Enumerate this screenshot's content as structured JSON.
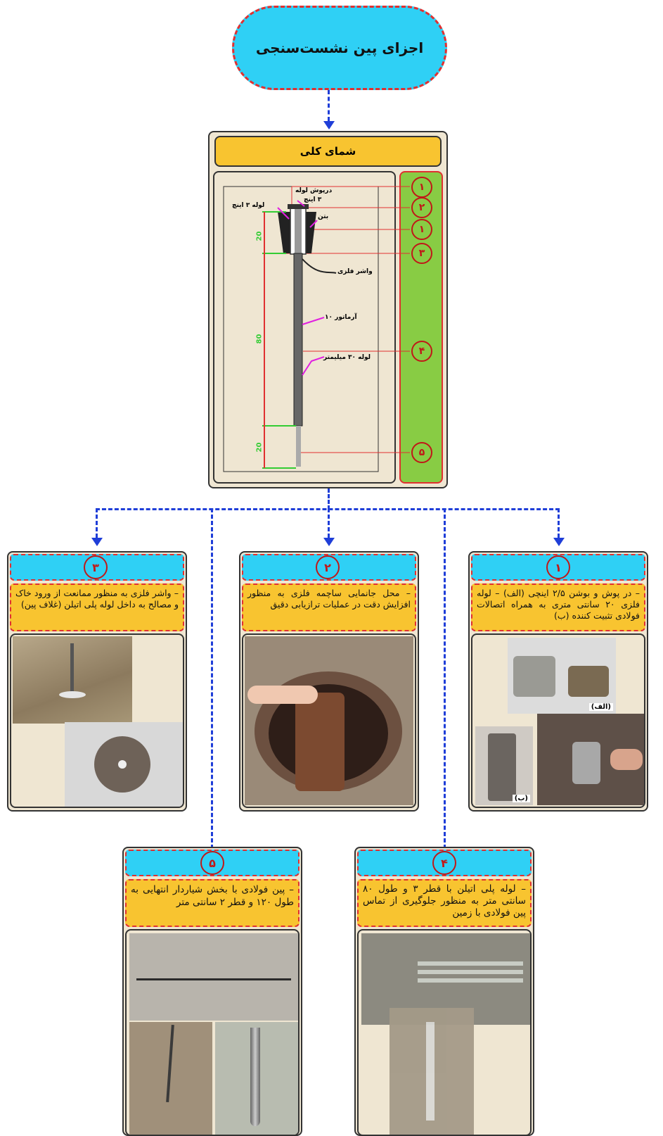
{
  "title": "اجزای پین نشست‌سنجی",
  "overview": {
    "header": "شمای کلی",
    "diagram_labels": {
      "cap_label": "درپوش لوله",
      "cap_size": "۳ اینچ",
      "pipe3_label": "لوله ۳ اینچ",
      "concrete_label": "بتن",
      "washer_label": "واشر فلزی",
      "rebar_label": "آرماتور ۱۰",
      "pipe30_label": "لوله ۳۰ میلیمتر",
      "dim_top": "20",
      "dim_mid": "80",
      "dim_bottom": "20"
    },
    "markers": [
      "۱",
      "۲",
      "۱",
      "۳",
      "۴",
      "۵"
    ]
  },
  "cards": [
    {
      "num": "۳",
      "text": "– واشر فلزی به منظور ممانعت از ورود خاک و مصالح به داخل لوله پلی اتیلن (غلاف پین)"
    },
    {
      "num": "۲",
      "text": "– محل جانمایی ساچمه فلزی به منظور افزایش دقت در عملیات ترازیابی دقیق"
    },
    {
      "num": "۱",
      "text": "– در پوش و بوشن ۲/۵ اینچی (الف) – لوله فلزی ۲۰ سانتی متری به همراه اتصالات فولادی تثبیت کننده (ب)",
      "img_labels": [
        "(الف)",
        "(ب)"
      ]
    },
    {
      "num": "۵",
      "text": "– پین فولادی با بخش شیاردار انتهایی به طول ۱۲۰ و قطر ۲ سانتی متر"
    },
    {
      "num": "۴",
      "text": "– لوله پلی اتیلن با قطر ۳ و طول ۸۰ سانتی متر به منظور جلوگیری از تماس پین فولادی با زمین"
    }
  ],
  "colors": {
    "cyan": "#2fd0f5",
    "yellow": "#f8c430",
    "green": "#88cc44",
    "red": "#e03030",
    "blue_connector": "#1f3ed8",
    "panel_bg": "#efe6d2"
  }
}
